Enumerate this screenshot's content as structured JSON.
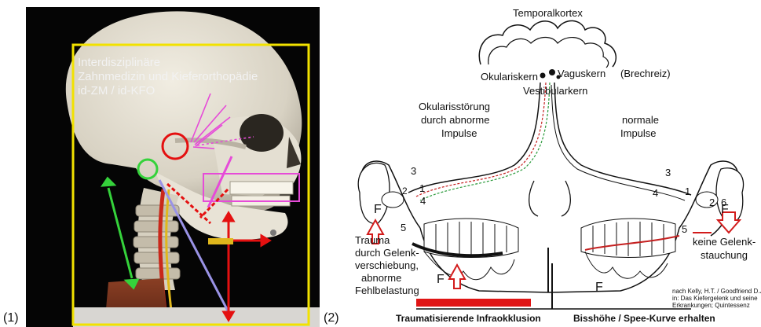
{
  "panel1": {
    "number": "(1)",
    "caption_line1": "Interdisziplinäre",
    "caption_line2": "Zahnmedizin und  Kieferorthopädie",
    "caption_line3": "id-ZM / id-KFO"
  },
  "panel2": {
    "number": "(2)",
    "top_label": "Temporalkortex",
    "nucleus_ocular": "Okulariskern",
    "nucleus_vagus": "Vaguskern",
    "nucleus_nausea": "(Brechreiz)",
    "nucleus_vestibular": "Vestibularkern",
    "left_disorder_l1": "Okularisstörung",
    "left_disorder_l2": "durch abnorme",
    "left_disorder_l3": "Impulse",
    "right_normal_l1": "normale",
    "right_normal_l2": "Impulse",
    "trauma_l1": "Trauma",
    "trauma_l2": "durch Gelenk-",
    "trauma_l3": "verschiebung,",
    "trauma_l4": "abnorme",
    "trauma_l5": "Fehlbelastung",
    "no_compress_l1": "keine Gelenk-",
    "no_compress_l2": "stauchung",
    "force_left": "F",
    "force_bottom": "F",
    "force_right_top": "F",
    "force_right_bottom": "F",
    "num_3_left": "3",
    "num_1_left": "1",
    "num_2_left": "2",
    "num_4_left": "4",
    "num_5_left": "5",
    "num_3_right": "3",
    "num_1_right": "1",
    "num_4_right": "4",
    "num_2_right": "2",
    "num_6_right": "6",
    "num_5_right": "5",
    "source_l1": "nach Kelly, H.T. / Goodfriend D.J.",
    "source_l2": "in: Das Kiefergelenk und seine",
    "source_l3": "Erkrankungen; Quintessenz",
    "bottom_left": "Traumatisierende Infraokklusion",
    "bottom_right": "Bisshöhe / Spee-Kurve erhalten"
  },
  "colors": {
    "frame_yellow": "#f2e200",
    "arrow_red": "#e41010",
    "arrow_green": "#35d23b",
    "arrow_magenta": "#e64bd8",
    "arrow_lavender": "#9a93e6",
    "bar_red": "#e01515",
    "nerve_green": "#2a9a3a"
  }
}
